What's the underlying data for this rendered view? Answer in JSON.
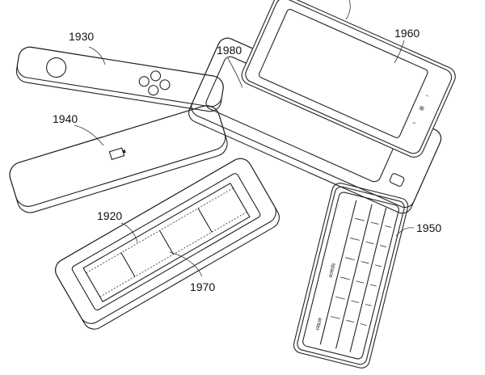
{
  "figure": {
    "labels": {
      "controller": "1930",
      "phone_screen": "1960",
      "phone_base": "1980",
      "battery": "1940",
      "film_tray": "1920",
      "film_strip": "1970",
      "keyboard": "1950"
    },
    "keyboard_keys": {
      "space": "space",
      "enter": "enter"
    }
  }
}
